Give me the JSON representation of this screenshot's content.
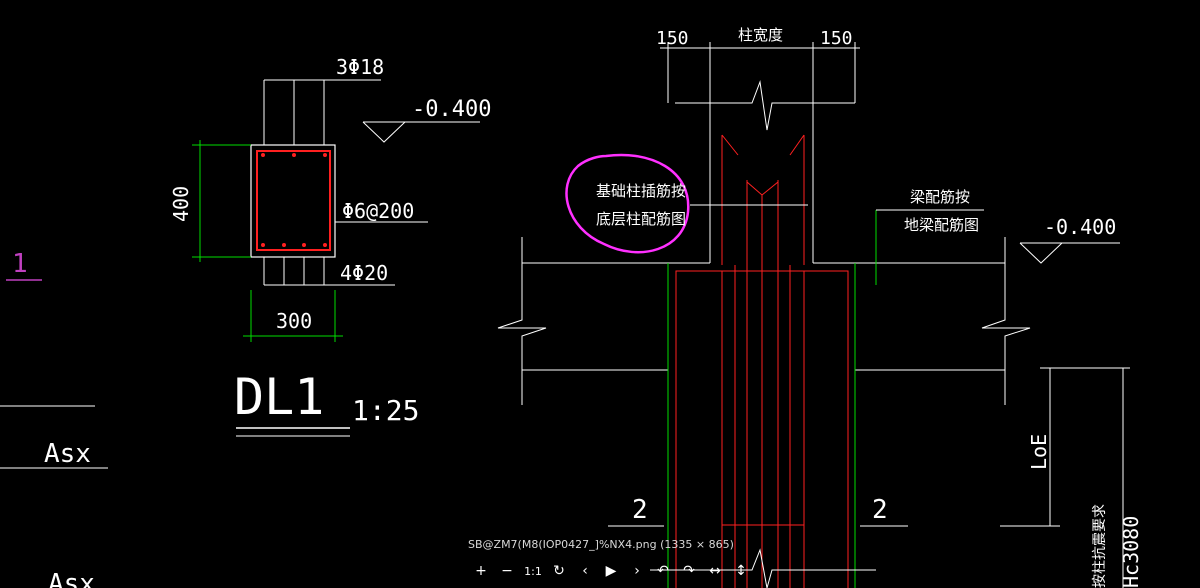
{
  "viewer": {
    "filename": "SB@ZM7(M8(IOP0427_]%NX4.png (1335 × 865)",
    "toolbar": {
      "zoom_in": "+",
      "zoom_out": "−",
      "actual_size": "1:1",
      "rotate": "↻",
      "prev": "‹",
      "play": "▶",
      "next": "›",
      "undo": "↶",
      "redo": "↷",
      "flip_h": "↔",
      "flip_v": "↕"
    }
  },
  "drawing": {
    "colors": {
      "line": "#ffffff",
      "rebar": "#ff2020",
      "dim": "#00dd00",
      "markup": "#ff30ff",
      "label": "#c040c0"
    },
    "section_label_left": "1",
    "top_rebar": "3Φ18",
    "elevation_left": "-0.400",
    "stirrup": "Φ6@200",
    "bottom_rebar": "4Φ20",
    "height_dim": "400",
    "width_dim": "300",
    "beam_name": "DL1",
    "scale": "1:25",
    "asx_1": "Asx",
    "asx_2": "Asx",
    "col_dim_left": "150",
    "col_dim_center": "柱宽度",
    "col_dim_right": "150",
    "note_circled_1": "基础柱插筋按",
    "note_circled_2": "底层柱配筋图",
    "note_right_1": "梁配筋按",
    "note_right_2": "地梁配筋图",
    "elevation_right": "-0.400",
    "section_mark_left": "2",
    "section_mark_right": "2",
    "loe": "LoE",
    "bottom_right_note": "按柱抗震要求",
    "hc": "Hc3080"
  }
}
